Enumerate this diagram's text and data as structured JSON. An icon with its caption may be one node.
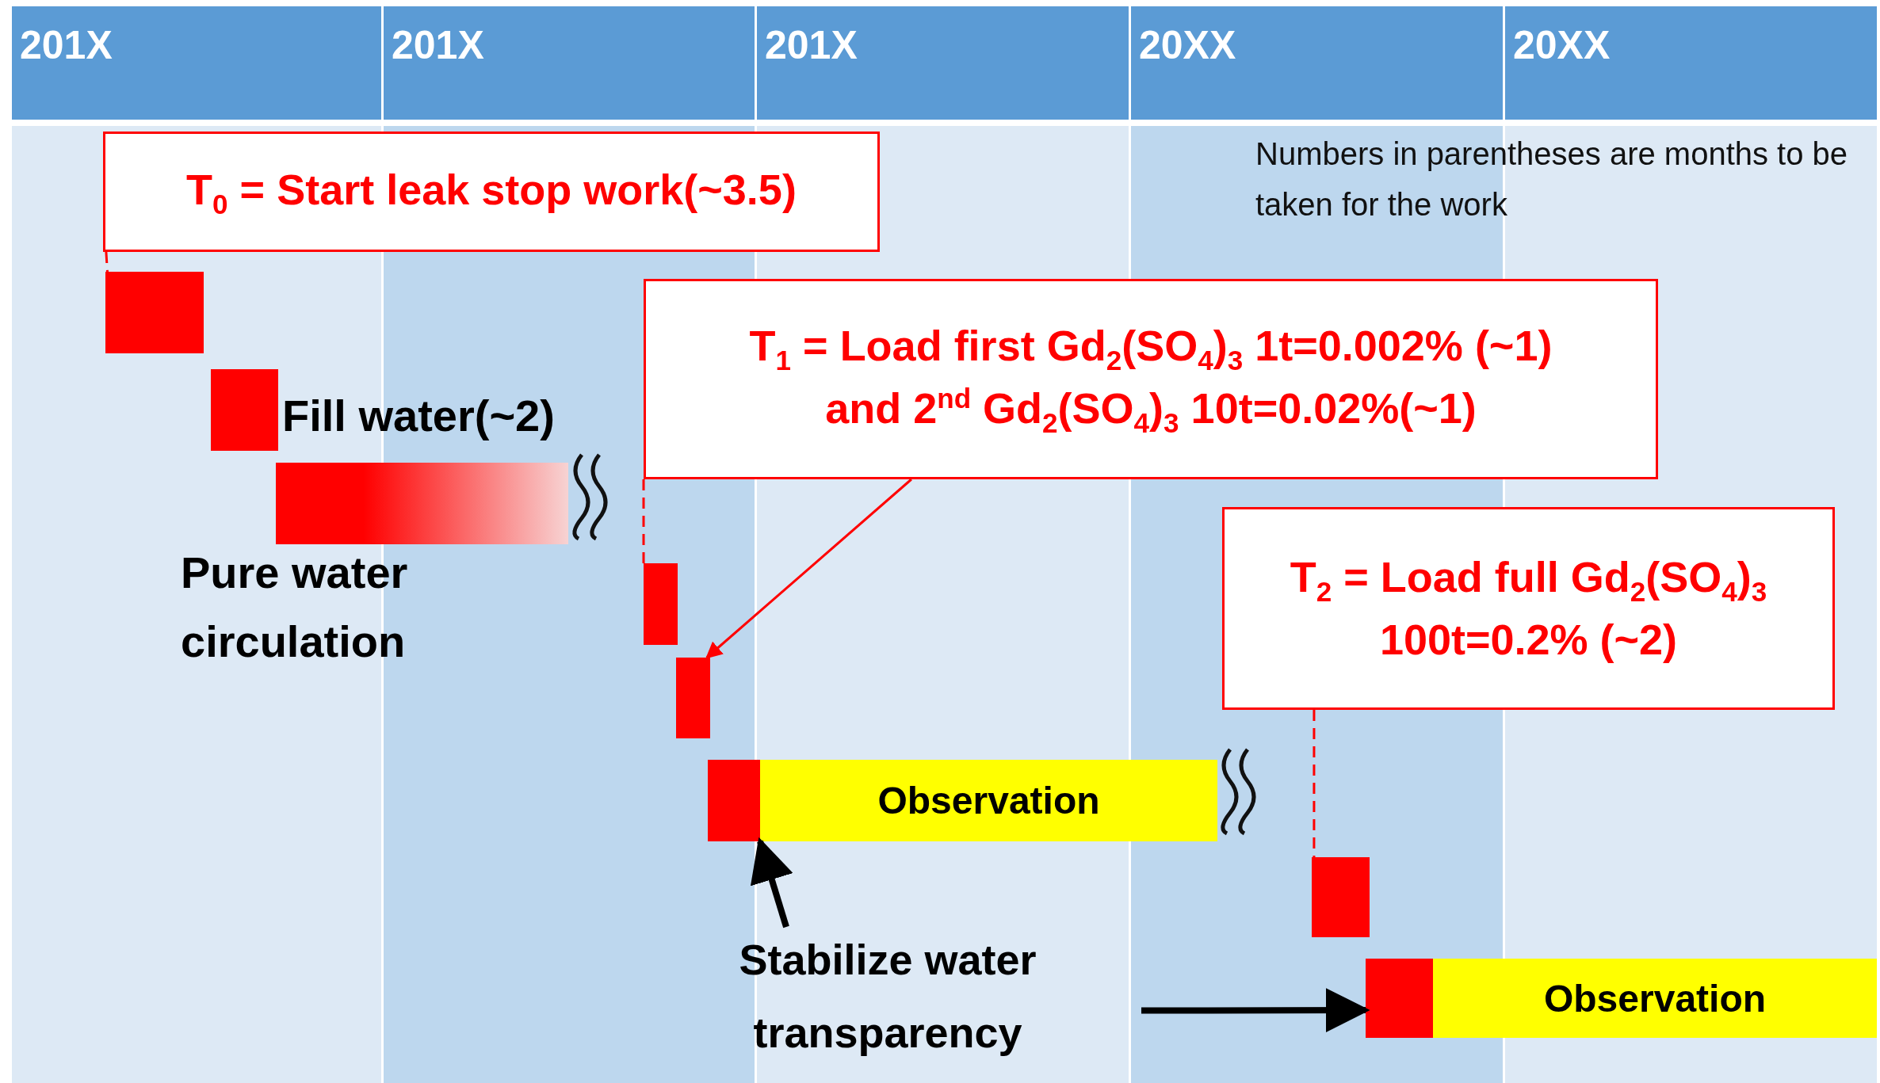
{
  "diagram": {
    "nodes": [
      {
        "text": [
          "T$_{0}$ = Start leak stop work(~3.5)"
        ]
      },
      {
        "text": [],
        "shape": "bar"
      },
      {
        "text": [],
        "shape": "bar",
        "beside": [
          "Fill water(~2)"
        ]
      },
      {
        "text": [],
        "shape": "bar",
        "beside": [
          "Pure water circulation"
        ]
      },
      {
        "text": [
          "T$_{1}$ = Load first Gd$_{2}$(SO$_{4}$)$_{3}$ 1t=0.002% (~1)",
          "and 2$^{nd}$ Gd$_{2}$(SO$_{4}$)$_{3}$ 10t=0.02%(~1)"
        ]
      },
      {
        "text": [],
        "shape": "bar"
      },
      {
        "text": [],
        "shape": "bar"
      },
      {
        "text": [],
        "shape": "bar"
      },
      {
        "text": [
          "Observation"
        ]
      },
      {
        "text": [
          "T$_{2}$ = Load full Gd$_{2}$(SO$_{4}$)$_{3}$",
          "100t=0.2% (~2)"
        ]
      },
      {
        "text": [],
        "shape": "bar"
      },
      {
        "text": [],
        "shape": "bar"
      },
      {
        "text": [
          "Observation"
        ]
      },
      {
        "text": [
          "Stabilize water transparency"
        ]
      }
    ],
    "edges": [
      {
        "from": 0,
        "to": 1,
        "arrow": "none",
        "style": "dashed"
      },
      {
        "from": 4,
        "to": 5,
        "arrow": "none",
        "style": "dashed"
      },
      {
        "from": 4,
        "to": 6,
        "arrow": "to"
      },
      {
        "from": 9,
        "to": 10,
        "arrow": "none",
        "style": "dashed"
      },
      {
        "from": 13,
        "to": 7,
        "arrow": "to",
        "style": "thick",
        "color": "#000000"
      },
      {
        "from": 13,
        "to": 11,
        "arrow": "to",
        "style": "thick",
        "color": "#000000"
      }
    ],
    "labels": [
      "201X",
      "201X",
      "201X",
      "20XX",
      "20XX",
      "Numbers in parentheses are months to be taken for the work"
    ]
  }
}
